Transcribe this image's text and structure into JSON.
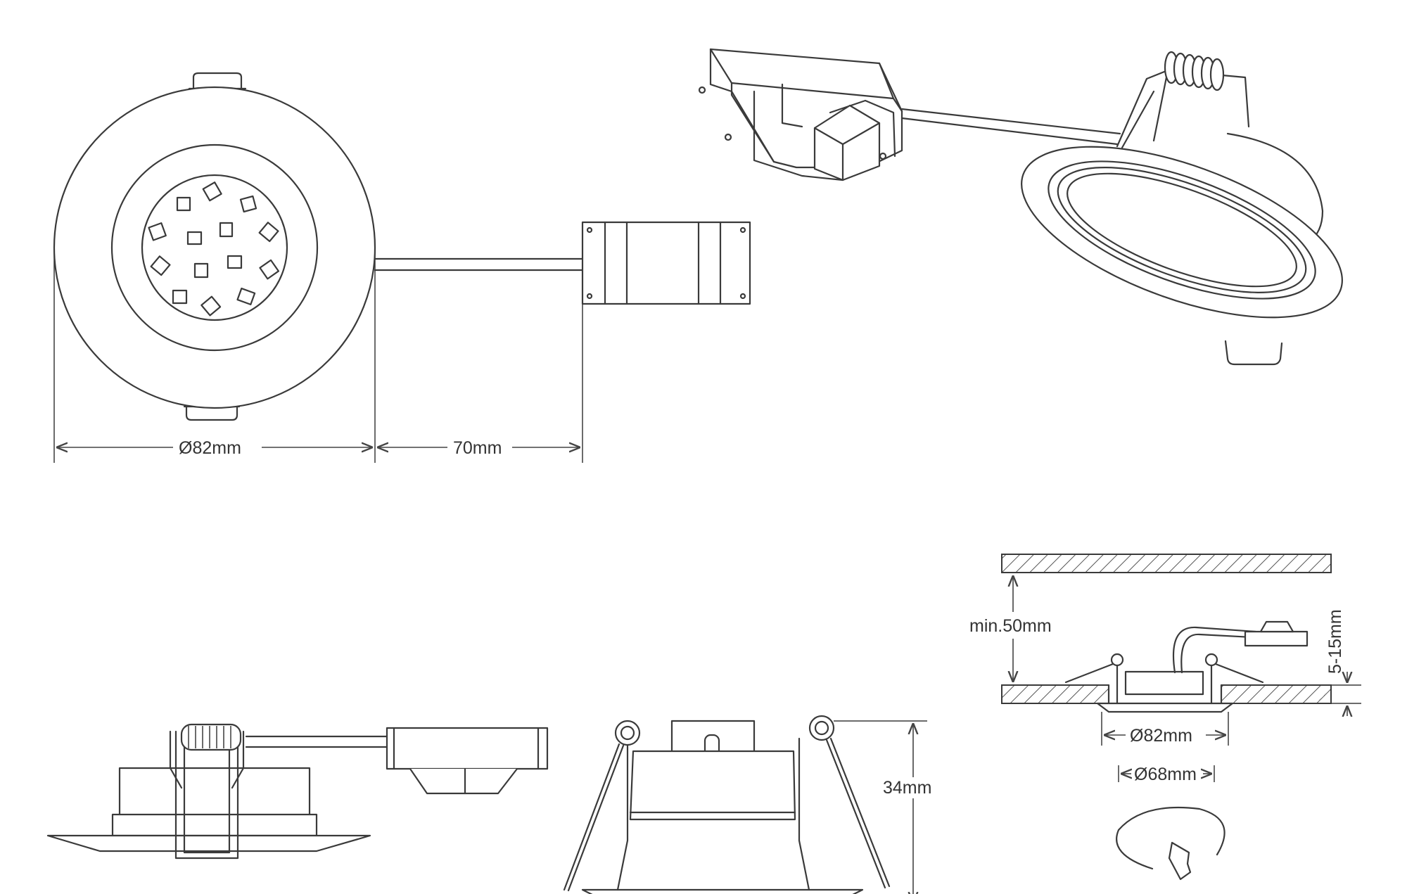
{
  "dimensions": {
    "outer_diameter": "Ø82mm",
    "cable_length": "70mm",
    "height": "34mm",
    "min_clearance": "min.50mm",
    "ceiling_thickness": "5-15mm",
    "cutout_outer": "Ø82mm",
    "cutout_hole": "Ø68mm"
  },
  "views": [
    "front-view",
    "perspective-view",
    "side-view",
    "section-view",
    "installation-view"
  ],
  "colors": {
    "line": "#3a3a3a",
    "background": "#ffffff"
  }
}
